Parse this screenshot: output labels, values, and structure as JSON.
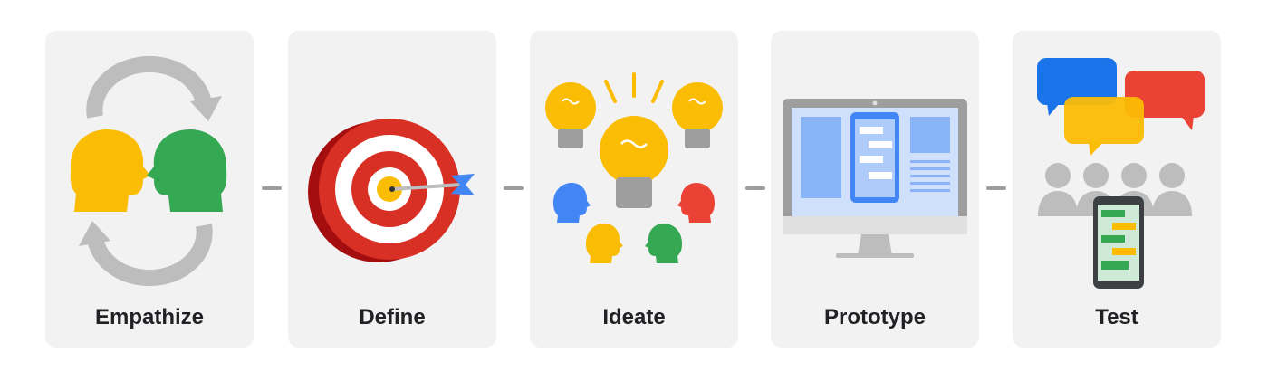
{
  "stages": [
    {
      "label": "Empathize",
      "icon": "two-heads-exchange-icon"
    },
    {
      "label": "Define",
      "icon": "bullseye-target-icon"
    },
    {
      "label": "Ideate",
      "icon": "lightbulbs-people-icon"
    },
    {
      "label": "Prototype",
      "icon": "monitor-prototype-icon"
    },
    {
      "label": "Test",
      "icon": "feedback-users-phone-icon"
    }
  ],
  "colors": {
    "card": "#f2f2f2",
    "yellow": "#FBBC04",
    "green": "#34A853",
    "red": "#EA4335",
    "blue": "#4285F4",
    "gray": "#bdbdbd",
    "connector": "#9e9e9e"
  }
}
